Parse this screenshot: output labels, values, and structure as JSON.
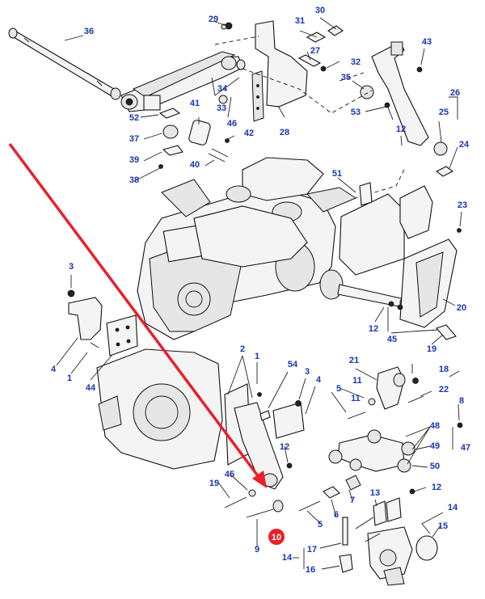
{
  "diagram": {
    "label_color": "#1a35b0",
    "highlight_color": "#e8202a",
    "highlighted_part": "10",
    "callouts": [
      "36",
      "29",
      "30",
      "31",
      "27",
      "32",
      "35",
      "43",
      "52",
      "33",
      "34",
      "46",
      "28",
      "41",
      "37",
      "42",
      "39",
      "40",
      "38",
      "53",
      "12",
      "26",
      "25",
      "24",
      "51",
      "23",
      "20",
      "3",
      "12",
      "45",
      "19",
      "4",
      "1",
      "44",
      "2",
      "1",
      "54",
      "3",
      "4",
      "21",
      "11",
      "18",
      "5",
      "11",
      "22",
      "8",
      "48",
      "49",
      "47",
      "50",
      "12",
      "45",
      "19",
      "9",
      "10",
      "5",
      "6",
      "7",
      "13",
      "12",
      "17",
      "14",
      "14",
      "15",
      "16"
    ]
  }
}
